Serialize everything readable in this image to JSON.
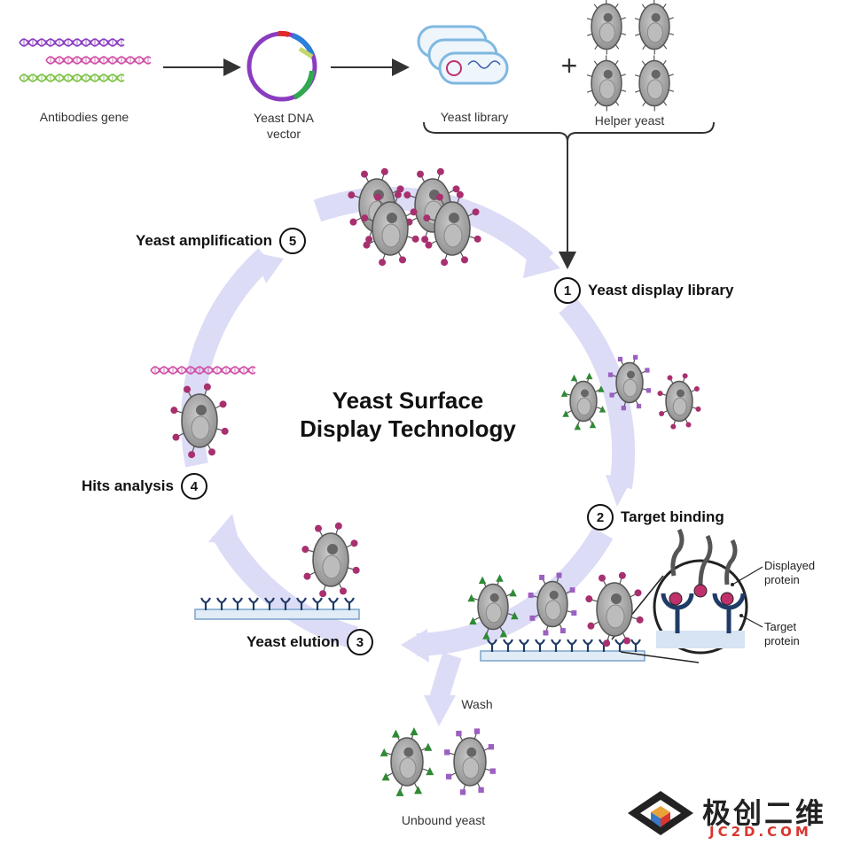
{
  "top_row": {
    "antibodies_label": "Antibodies gene",
    "vector_label": "Yeast DNA\nvector",
    "library_label": "Yeast library",
    "helper_label": "Helper yeast",
    "plus": "+"
  },
  "title": "Yeast Surface\nDisplay Technology",
  "steps": [
    {
      "num": "1",
      "label": "Yeast display library"
    },
    {
      "num": "2",
      "label": "Target binding"
    },
    {
      "num": "3",
      "label": "Yeast elution"
    },
    {
      "num": "4",
      "label": "Hits analysis"
    },
    {
      "num": "5",
      "label": "Yeast amplification"
    }
  ],
  "inset": {
    "displayed": "Displayed\nprotein",
    "target": "Target\nprotein"
  },
  "wash_label": "Wash",
  "unbound_label": "Unbound yeast",
  "watermark": {
    "cn": "极创二维",
    "url": "JC2D.COM"
  },
  "colors": {
    "arrow": "#dcdcf7",
    "magenta": "#a8306f",
    "purple_protein": "#9c5fc2",
    "green_protein": "#2f8a34",
    "antibody": "#203c66",
    "dna_pink": "#d04ea6",
    "dna_purple": "#8a3cc0",
    "dna_green": "#7cc043"
  }
}
